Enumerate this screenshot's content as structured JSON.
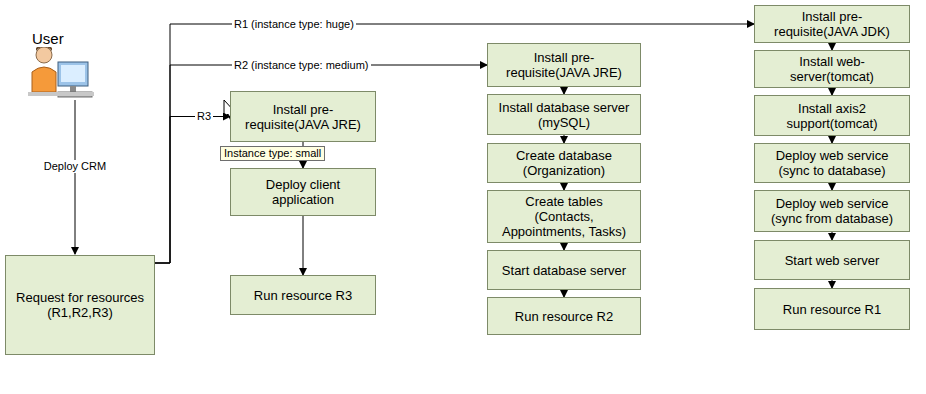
{
  "diagram": {
    "nodes": [
      {
        "text": [
          "Request for resources (R1,R2,R3)"
        ]
      },
      {
        "text": [
          "Install pre-requisite(JAVA JRE)"
        ]
      },
      {
        "text": [
          "Deploy client application"
        ]
      },
      {
        "text": [
          "Run resource R3"
        ]
      },
      {
        "text": [
          "Install pre-requisite(JAVA JRE)"
        ]
      },
      {
        "text": [
          "Install database server (mySQL)"
        ]
      },
      {
        "text": [
          "Create database (Organization)"
        ]
      },
      {
        "text": [
          "Create tables (Contacts, Appointments, Tasks)"
        ]
      },
      {
        "text": [
          "Start database server"
        ]
      },
      {
        "text": [
          "Run resource R2"
        ]
      },
      {
        "text": [
          "Install pre-requisite(JAVA JDK)"
        ]
      },
      {
        "text": [
          "Install web-server(tomcat)"
        ]
      },
      {
        "text": [
          "Install axis2 support(tomcat)"
        ]
      },
      {
        "text": [
          "Deploy web service (sync to database)"
        ]
      },
      {
        "text": [
          "Deploy web service (sync from database)"
        ]
      },
      {
        "text": [
          "Start web server"
        ]
      },
      {
        "text": [
          "Run resource R1"
        ]
      }
    ],
    "edges": [
      {
        "from": 0,
        "to": 1,
        "label": "R3",
        "arrow": "to"
      },
      {
        "from": 0,
        "to": 4,
        "label": "R2 (instance type: medium)",
        "arrow": "to"
      },
      {
        "from": 0,
        "to": 10,
        "label": "R1 (instance type: huge)",
        "arrow": "to"
      },
      {
        "from": 1,
        "to": 2,
        "arrow": "to"
      },
      {
        "from": 2,
        "to": 3,
        "arrow": "to"
      },
      {
        "from": 4,
        "to": 5,
        "arrow": "to"
      },
      {
        "from": 5,
        "to": 6,
        "arrow": "to"
      },
      {
        "from": 6,
        "to": 7,
        "arrow": "to"
      },
      {
        "from": 7,
        "to": 8,
        "arrow": "to"
      },
      {
        "from": 8,
        "to": 9,
        "arrow": "to"
      },
      {
        "from": 10,
        "to": 11,
        "arrow": "to"
      },
      {
        "from": 11,
        "to": 12,
        "arrow": "to"
      },
      {
        "from": 12,
        "to": 13,
        "arrow": "to"
      },
      {
        "from": 13,
        "to": 14,
        "arrow": "to"
      },
      {
        "from": 14,
        "to": 15,
        "arrow": "to"
      },
      {
        "from": 15,
        "to": 16,
        "arrow": "to"
      }
    ],
    "labels": [
      "User",
      "Deploy CRM",
      "Instance type: small"
    ]
  }
}
